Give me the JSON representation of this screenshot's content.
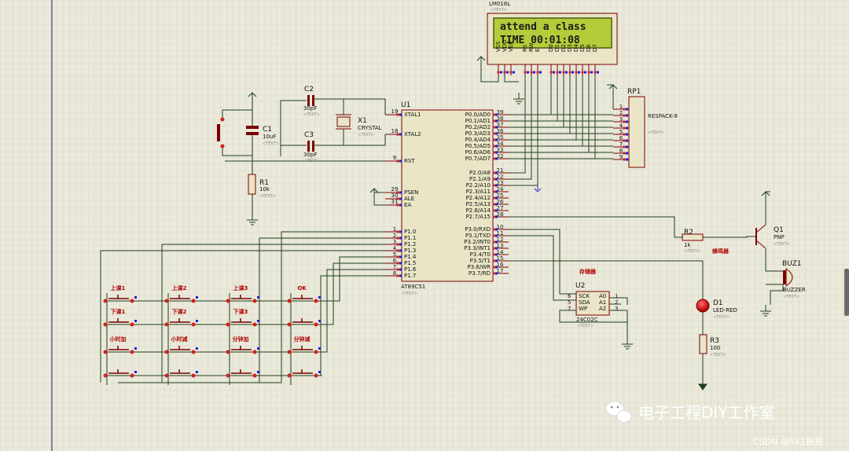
{
  "lcd": {
    "ref": "LM016L",
    "line1": "attend a class",
    "line2": "TIME 00:01:08",
    "pins": [
      "VSS",
      "VDD",
      "VEE",
      "RS",
      "RW",
      "E",
      "D0",
      "D1",
      "D2",
      "D3",
      "D4",
      "D5",
      "D6",
      "D7"
    ]
  },
  "mcu": {
    "ref": "U1",
    "part": "AT89C51",
    "left_pins": [
      [
        "19",
        "XTAL1"
      ],
      [
        "18",
        "XTAL2"
      ],
      [
        "9",
        "RST"
      ],
      [
        "29",
        "PSEN"
      ],
      [
        "30",
        "ALE"
      ],
      [
        "31",
        "EA"
      ]
    ],
    "p1": [
      "P1.0",
      "P1.1",
      "P1.2",
      "P1.3",
      "P1.4",
      "P1.5",
      "P1.6",
      "P1.7"
    ],
    "p0": [
      [
        "39",
        "P0.0/AD0"
      ],
      [
        "38",
        "P0.1/AD1"
      ],
      [
        "37",
        "P0.2/AD2"
      ],
      [
        "36",
        "P0.3/AD3"
      ],
      [
        "35",
        "P0.4/AD4"
      ],
      [
        "34",
        "P0.5/AD5"
      ],
      [
        "33",
        "P0.6/AD6"
      ],
      [
        "32",
        "P0.7/AD7"
      ]
    ],
    "p2": [
      [
        "21",
        "P2.0/A8"
      ],
      [
        "22",
        "P2.1/A9"
      ],
      [
        "23",
        "P2.2/A10"
      ],
      [
        "24",
        "P2.3/A11"
      ],
      [
        "25",
        "P2.4/A12"
      ],
      [
        "26",
        "P2.5/A13"
      ],
      [
        "27",
        "P2.6/A14"
      ],
      [
        "28",
        "P2.7/A15"
      ]
    ],
    "p3": [
      [
        "10",
        "P3.0/RXD"
      ],
      [
        "11",
        "P3.1/TXD"
      ],
      [
        "12",
        "P3.2/INT0"
      ],
      [
        "13",
        "P3.3/INT1"
      ],
      [
        "14",
        "P3.4/T0"
      ],
      [
        "15",
        "P3.5/T1"
      ],
      [
        "16",
        "P3.6/WR"
      ],
      [
        "17",
        "P3.7/RD"
      ]
    ]
  },
  "components": {
    "c1": {
      "ref": "C1",
      "value": "10uF"
    },
    "c2": {
      "ref": "C2",
      "value": "30pF"
    },
    "c3": {
      "ref": "C3",
      "value": "30pF"
    },
    "x1": {
      "ref": "X1",
      "value": "CRYSTAL"
    },
    "r1": {
      "ref": "R1",
      "value": "10k"
    },
    "r2": {
      "ref": "R2",
      "value": "1k"
    },
    "r3": {
      "ref": "R3",
      "value": "100"
    },
    "rp1": {
      "ref": "RP1",
      "value": "RESPACK-8"
    },
    "q1": {
      "ref": "Q1",
      "value": "PNP"
    },
    "buz1": {
      "ref": "BUZ1",
      "value": "BUZZER"
    },
    "d1": {
      "ref": "D1",
      "value": "LED-RED"
    },
    "u2": {
      "ref": "U2",
      "part": "24C02C",
      "pins_left": [
        "SCK",
        "SDA",
        "WP"
      ],
      "pins_right": [
        "A0",
        "A1",
        "A2"
      ],
      "pin_nums_left": [
        "6",
        "5",
        "7"
      ],
      "pin_nums_right": [
        "1",
        "2",
        "3"
      ]
    },
    "text_placeholder": "<TEXT>"
  },
  "net_labels": {
    "storage": "存储器",
    "beep": "蜂鸣器"
  },
  "buttons": [
    [
      "上课1",
      "上课2",
      "上课3",
      "OK"
    ],
    [
      "下课1",
      "下课2",
      "下课3",
      ""
    ],
    [
      "小时加",
      "小时减",
      "分钟加",
      "分钟减"
    ],
    [
      "",
      "",
      "",
      ""
    ]
  ],
  "watermark": {
    "channel": "电子工程DIY工作室",
    "source": "CSDN @541板哥"
  },
  "colors": {
    "background": "#eae9da",
    "grid": "#c9c9b8",
    "wire": "#1f3f1f",
    "component": "#7a0000",
    "lcd_screen": "#b5cc3a",
    "pin_red": "#d42020",
    "pin_blue": "#2020d4"
  }
}
